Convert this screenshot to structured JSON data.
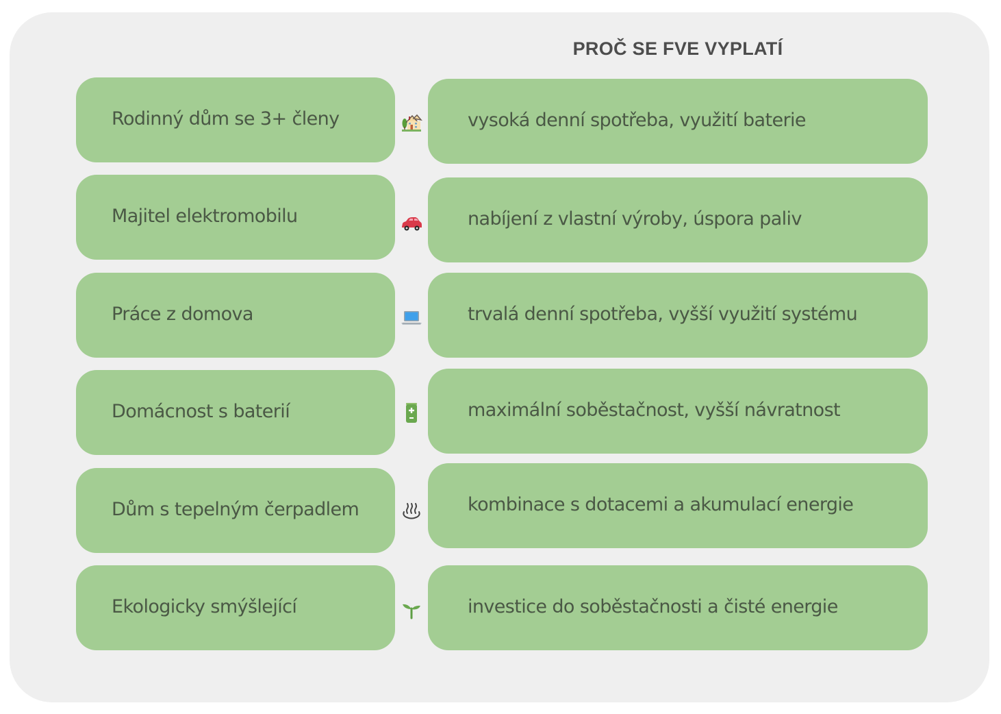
{
  "header": {
    "title": "PROČ SE FVE VYPLATÍ"
  },
  "colors": {
    "background_card": "#efefef",
    "box_fill": "#a3cd93",
    "box_text": "#4a5845",
    "title_text": "#4d4d4d"
  },
  "rows": [
    {
      "profile": "Rodinný dům se 3+ členy",
      "icon": "house-with-garden-icon",
      "reason": "vysoká denní spotřeba, využití baterie"
    },
    {
      "profile": "Majitel elektromobilu",
      "icon": "car-icon",
      "reason": "nabíjení z vlastní výroby, úspora paliv"
    },
    {
      "profile": "Práce z domova",
      "icon": "laptop-icon",
      "reason": "trvalá denní spotřeba, vyšší využití systému"
    },
    {
      "profile": "Domácnost s baterií",
      "icon": "battery-icon",
      "reason": "maximální soběstačnost, vyšší návratnost"
    },
    {
      "profile": "Dům s tepelným čerpadlem",
      "icon": "hot-springs-icon",
      "reason": "kombinace s dotacemi a akumulací energie"
    },
    {
      "profile": "Ekologicky smýšlející",
      "icon": "seedling-icon",
      "reason": "investice do soběstačnosti a čisté energie"
    }
  ]
}
